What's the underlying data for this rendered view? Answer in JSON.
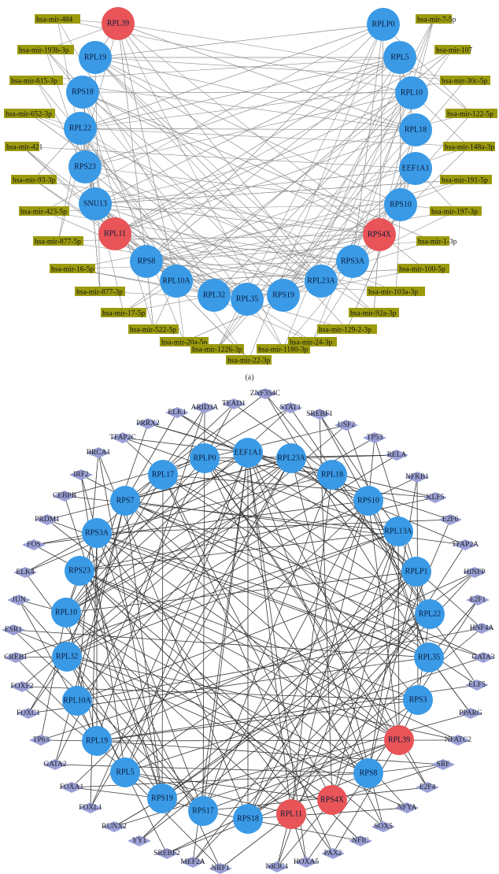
{
  "colors": {
    "hub_blue": "#3a9ae6",
    "hub_red": "#e85457",
    "mirna_box": "#9b9a0e",
    "tf_diamond": "#9aa0d6",
    "edge_a": "#8c8c8c",
    "edge_b": "#3a3a3a"
  },
  "panel_a": {
    "label": "(a)",
    "genes": [
      {
        "name": "RPL39",
        "color": "red"
      },
      {
        "name": "RPLP0",
        "color": "blue"
      },
      {
        "name": "RPL19",
        "color": "blue"
      },
      {
        "name": "RPL5",
        "color": "blue"
      },
      {
        "name": "RPS18",
        "color": "blue"
      },
      {
        "name": "RPL10",
        "color": "blue"
      },
      {
        "name": "RPL22",
        "color": "blue"
      },
      {
        "name": "RPL18",
        "color": "blue"
      },
      {
        "name": "RPS23",
        "color": "blue"
      },
      {
        "name": "EEF1A1",
        "color": "blue"
      },
      {
        "name": "SNU13",
        "color": "blue"
      },
      {
        "name": "RPS10",
        "color": "blue"
      },
      {
        "name": "RPL11",
        "color": "red"
      },
      {
        "name": "RPS4X",
        "color": "red"
      },
      {
        "name": "RPS8",
        "color": "blue"
      },
      {
        "name": "RPS3A",
        "color": "blue"
      },
      {
        "name": "RPL10A",
        "color": "blue"
      },
      {
        "name": "RPL23A",
        "color": "blue"
      },
      {
        "name": "RPL32",
        "color": "blue"
      },
      {
        "name": "RPL35",
        "color": "blue"
      },
      {
        "name": "RPS19",
        "color": "blue"
      }
    ],
    "mirnas": [
      "hsa-mir-484",
      "hsa-mir-193b-3p",
      "hsa-mir-615-3p",
      "hsa-mir-652-3p",
      "hsa-mir-421",
      "hsa-mir-93-3p",
      "hsa-mir-423-5p",
      "hsa-mir-877-5p",
      "hsa-mir-16-5p",
      "hsa-mir-877-3p",
      "hsa-mir-17-5p",
      "hsa-mir-522-5p",
      "hsa-mir-20a-5p",
      "hsa-mir-1226-3p",
      "hsa-mir-22-3p",
      "hsa-mir-1180-3p",
      "hsa-mir-24-3p",
      "hsa-mir-129-2-3p",
      "hsa-mir-92a-3p",
      "hsa-mir-103a-3p",
      "hsa-mir-100-5p",
      "hsa-mir-1-3p",
      "hsa-mir-197-3p",
      "hsa-mir-191-5p",
      "hsa-mir-148a-3p",
      "hsa-mir-122-5p",
      "hsa-mir-30c-5p",
      "hsa-mir-107",
      "hsa-mir-7-5p"
    ]
  },
  "panel_b": {
    "genes": [
      {
        "name": "EEF1A1",
        "color": "blue"
      },
      {
        "name": "RPLP0",
        "color": "blue"
      },
      {
        "name": "RPL23A",
        "color": "blue"
      },
      {
        "name": "RPL17",
        "color": "blue"
      },
      {
        "name": "RPL18",
        "color": "blue"
      },
      {
        "name": "RPS7",
        "color": "blue"
      },
      {
        "name": "RPS10",
        "color": "blue"
      },
      {
        "name": "RPL13A",
        "color": "blue"
      },
      {
        "name": "RPS3A",
        "color": "blue"
      },
      {
        "name": "RPS23",
        "color": "blue"
      },
      {
        "name": "RPLP1",
        "color": "blue"
      },
      {
        "name": "RPL10",
        "color": "blue"
      },
      {
        "name": "RPL22",
        "color": "blue"
      },
      {
        "name": "RPL32",
        "color": "blue"
      },
      {
        "name": "RPL35",
        "color": "blue"
      },
      {
        "name": "RPL10A",
        "color": "blue"
      },
      {
        "name": "RPS3",
        "color": "blue"
      },
      {
        "name": "RPL19",
        "color": "blue"
      },
      {
        "name": "RPL39",
        "color": "red"
      },
      {
        "name": "RPL5",
        "color": "blue"
      },
      {
        "name": "RPS8",
        "color": "blue"
      },
      {
        "name": "RPS4X",
        "color": "red"
      },
      {
        "name": "RPS19",
        "color": "blue"
      },
      {
        "name": "RPS17",
        "color": "blue"
      },
      {
        "name": "RPS18",
        "color": "blue"
      },
      {
        "name": "RPL11",
        "color": "red"
      }
    ],
    "tfs": [
      "ZNF354C",
      "TEAD1",
      "ARID3A",
      "STAT1",
      "ELK1",
      "SREBF1",
      "PRRX2",
      "USF2",
      "TFAP2C",
      "TP53",
      "BRCA1",
      "RELA",
      "IRF2",
      "NFKB1",
      "CEBPB",
      "KLF5",
      "E2F6",
      "PRDM1",
      "TFAP2A",
      "FOS",
      "HINFP",
      "ELK4",
      "E2F1",
      "JUN",
      "HNF4A",
      "ESR1",
      "GATA3",
      "CREB1",
      "ELF5",
      "FOXF2",
      "PPARG",
      "FOXC1",
      "NFATC2",
      "TP63",
      "SRF",
      "GATA2",
      "E2F4",
      "FOXA1",
      "NFYA",
      "FOXL1",
      "SOX5",
      "RUNX2",
      "NFIC",
      "YY1",
      "PAX2",
      "SREBF2",
      "HOXA5",
      "MEF2A",
      "NR3C1",
      "NRF1"
    ]
  }
}
